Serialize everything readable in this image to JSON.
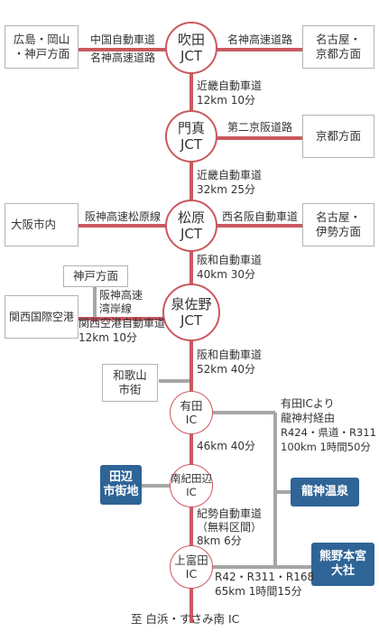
{
  "nodes": {
    "suita": {
      "line1": "吹田",
      "line2": "JCT"
    },
    "kadoma": {
      "line1": "門真",
      "line2": "JCT"
    },
    "matsubara": {
      "line1": "松原",
      "line2": "JCT"
    },
    "izumisano": {
      "line1": "泉佐野",
      "line2": "JCT"
    },
    "arida": {
      "line1": "有田",
      "line2": "IC"
    },
    "minabe": {
      "line1": "南紀田辺",
      "line2": "IC"
    },
    "kamitonda": {
      "line1": "上富田",
      "line2": "IC"
    }
  },
  "places": {
    "hiroshima": {
      "line1": "広島・岡山",
      "line2": "・神戸方面"
    },
    "nagoya_kyoto": {
      "line1": "名古屋・",
      "line2": "京都方面"
    },
    "kyoto": {
      "line1": "京都方面"
    },
    "osaka_city": {
      "line1": "大阪市内"
    },
    "nagoya_ise": {
      "line1": "名古屋・",
      "line2": "伊勢方面"
    },
    "kobe": {
      "line1": "神戸方面"
    },
    "kansai_airport": {
      "line1": "関西国際空港"
    },
    "wakayama": {
      "line1": "和歌山",
      "line2": "市街"
    }
  },
  "destinations": {
    "tanabe": {
      "line1": "田辺",
      "line2": "市街地"
    },
    "ryujin": {
      "line1": "龍神温泉"
    },
    "kumano": {
      "line1": "熊野本宮",
      "line2": "大社"
    }
  },
  "road_labels": {
    "chugoku": "中国自動車道",
    "meishin_left": "名神高速道路",
    "meishin_right": "名神高速道路",
    "kinki_1": "近畿自動車道",
    "kinki_1_dist": "12km 10分",
    "daini_keihan": "第二京阪道路",
    "kinki_2": "近畿自動車道",
    "kinki_2_dist": "32km 25分",
    "hanshin_matsubara": "阪神高速松原線",
    "nishimeihan": "西名阪自動車道",
    "hanwa_1": "阪和自動車道",
    "hanwa_1_dist": "40km 30分",
    "hanshin_wangan_1": "阪神高速",
    "hanshin_wangan_2": "湾岸線",
    "kanku_road": "関西空港自動車道",
    "kanku_dist": "12km 10分",
    "hanwa_2": "阪和自動車道",
    "hanwa_2_dist": "52km 40分",
    "arida_to_minabe": "46km 40分",
    "kisei_1": "紀勢自動車道",
    "kisei_2": "（無料区間）",
    "kisei_dist": "8km 6分",
    "ryujin_route_1": "有田ICより",
    "ryujin_route_2": "龍神村経由",
    "ryujin_route_3": "R424・県道・R311",
    "ryujin_route_4": "100km 1時間50分",
    "kumano_route_1": "R42・R311・R168",
    "kumano_route_2": "65km 1時間15分",
    "bottom": "至 白浜・すさみ南 IC"
  },
  "colors": {
    "expressway": "#c9595e",
    "local_road": "#a6a6a6",
    "destination": "#2f6497"
  }
}
